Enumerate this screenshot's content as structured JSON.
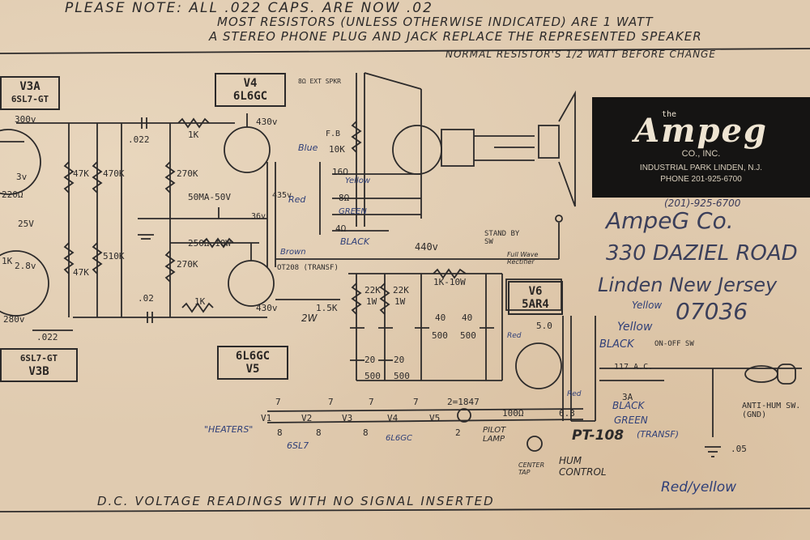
{
  "notes": {
    "line1": "PLEASE NOTE:   ALL .022 CAPS. ARE NOW .02",
    "line2": "MOST RESISTORS (UNLESS OTHERWISE INDICATED) ARE 1 WATT",
    "line3": "A STEREO PHONE PLUG AND JACK REPLACE THE REPRESENTED SPEAKER",
    "line4": "NORMAL RESISTOR'S 1/2 WATT BEFORE CHANGE"
  },
  "tubes": {
    "v3a": {
      "id": "V3A",
      "type": "6SL7-GT"
    },
    "v4": {
      "id": "V4",
      "type": "6L6GC"
    },
    "v5": {
      "id": "V5",
      "type": "6L6GC"
    },
    "v6": {
      "id": "V6",
      "type": "5AR4"
    },
    "v3b": {
      "id": "V3B",
      "type": "6SL7-GT"
    }
  },
  "components": {
    "v300": "300v",
    "c022_top": ".022",
    "r1k_top": "1K",
    "r47k": "47K",
    "r470k": "470K",
    "r270k_a": "270K",
    "r270k_b": "270K",
    "c50": "50MA-50V",
    "r250": "250Ω 10W",
    "r1k_bottom": "1K",
    "c02": ".02",
    "r47k_v": "47K",
    "r510k": "510K",
    "v3": "3v",
    "r220": "220Ω",
    "v25": "25V",
    "v28": "2.8v",
    "r1k_left": "1K",
    "v280": "280v",
    "c022_bottom": ".022",
    "v430_top": "430v",
    "v430_bot": "430v",
    "v435": "435v",
    "v36": "36v",
    "fb": "F.B",
    "fb_r": "10K",
    "r16": "16Ω",
    "r8": "8Ω",
    "r4": "4Ω",
    "ext_spkr": "8Ω EXT SPKR",
    "ot": "OT208 (TRANSF)",
    "r15k": "1.5K",
    "r15k_w": "2W",
    "v440": "440v",
    "r22k_a": "22K",
    "r22k_a_w": "1W",
    "r22k_b": "22K",
    "r22k_b_w": "1W",
    "r1k10w": "1K-10W",
    "c40a": "40",
    "c40a_v": "500",
    "c40b": "40",
    "c40b_v": "500",
    "c20a": "20",
    "c20a_v": "500",
    "c20b": "20",
    "c20b_v": "500",
    "standby": "STAND BY SW",
    "fullwave": "Full Wave Rectifier",
    "v50": "5.0",
    "ac117": "117 A.C.",
    "fuse": "3A",
    "onoff": "ON-OFF SW",
    "antihum": "ANTI-HUM SW. (GND)",
    "c05": ".05",
    "r100": "100Ω",
    "v63": "6.3",
    "pt108": "PT-108",
    "pt_note": "(TRANSF)",
    "pilot": "PILOT LAMP",
    "heaters": "\"HEATERS\"",
    "heater_note": "6SL7",
    "heater_note2": "6L6GC",
    "hum": "HUM CONTROL",
    "center_tap": "CENTER TAP"
  },
  "wires": {
    "blue": "Blue",
    "red": "Red",
    "yellow": "Yellow",
    "green": "GREEN",
    "black": "BLACK",
    "brown": "Brown",
    "yellow_r": "Yellow",
    "yellow_r2": "Yellow",
    "black_r": "BLACK",
    "green_r": "GREEN",
    "black_pt": "BLACK",
    "red_small": "Red",
    "red_small2": "Red",
    "red_yellow": "Red/yellow"
  },
  "pins": {
    "p7a": "7",
    "p7b": "7",
    "p7c": "7",
    "p7d": "7",
    "p2": "2=1847",
    "p8a": "8",
    "p8b": "8",
    "p8c": "8",
    "p2b": "2",
    "v_labels": [
      "V1",
      "V2",
      "V3",
      "V4",
      "V5"
    ]
  },
  "logo": {
    "the": "the",
    "brand": "Ampeg",
    "co": "CO., INC.",
    "address": "INDUSTRIAL PARK LINDEN, N.J.",
    "phone": "PHONE 201-925-6700"
  },
  "address_note": {
    "phone": "(201)-925-6700",
    "line1": "AmpeG Co.",
    "line2": "330 DAZIEL ROAD",
    "line3": "Linden New Jersey",
    "line4": "07036"
  },
  "footer": "D.C. VOLTAGE READINGS WITH NO SIGNAL INSERTED"
}
